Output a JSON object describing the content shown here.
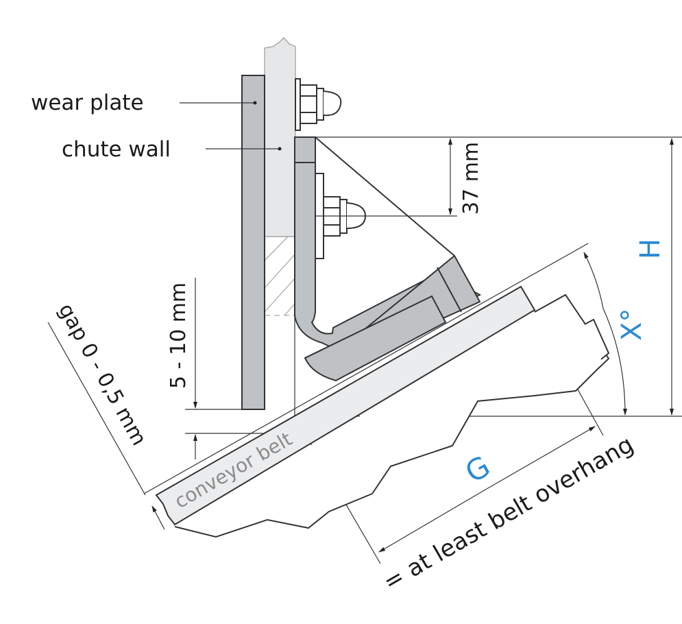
{
  "labels": {
    "wear_plate": "wear plate",
    "chute_wall": "chute wall",
    "dim_37": "37 mm",
    "dim_5_10": "5 - 10 mm",
    "dim_H": "H",
    "dim_X": "X°",
    "dim_G": "G",
    "gap": "gap  0 - 0,5 mm",
    "conveyor_belt": "conveyor belt",
    "overhang": "= at least belt overhang"
  },
  "colors": {
    "accent_blue": "#2a8ad4",
    "part_grey": "#bfc2c5",
    "wall_light": "#e5e7e9",
    "belt_light": "#ebecee",
    "line": "#333333"
  }
}
